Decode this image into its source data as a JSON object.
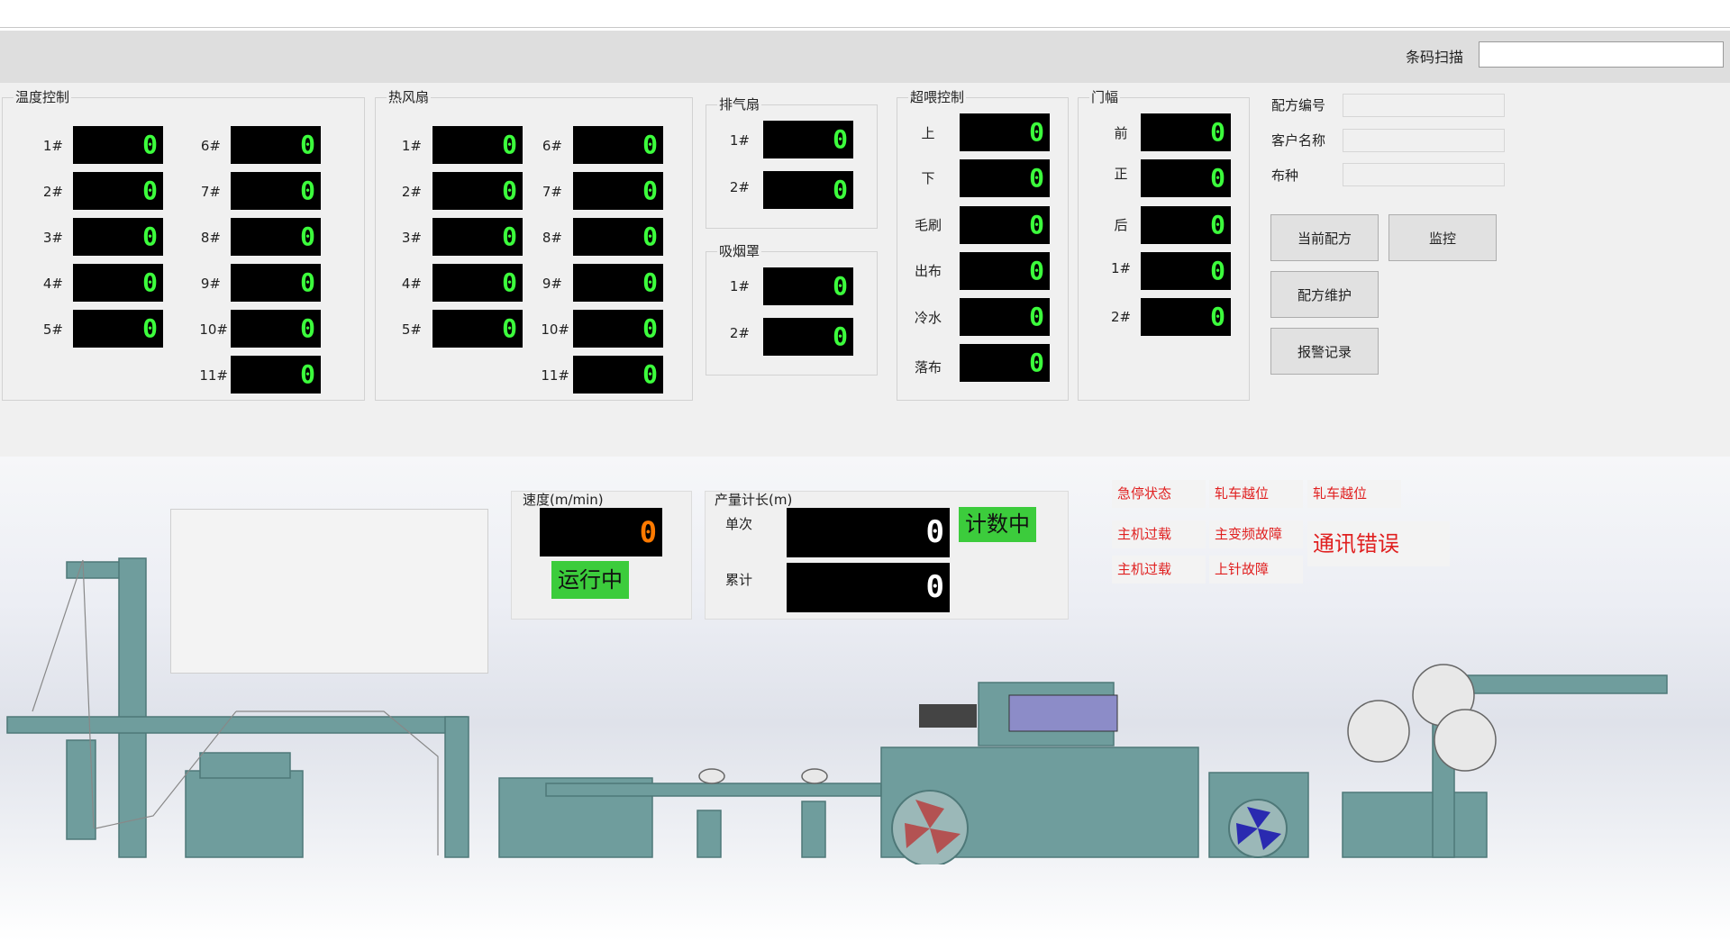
{
  "toolbar": {
    "scan_label": "条码扫描",
    "scan_value": ""
  },
  "temp": {
    "title": "温度控制",
    "left": [
      {
        "label": "1#",
        "value": "0"
      },
      {
        "label": "2#",
        "value": "0"
      },
      {
        "label": "3#",
        "value": "0"
      },
      {
        "label": "4#",
        "value": "0"
      },
      {
        "label": "5#",
        "value": "0"
      }
    ],
    "right": [
      {
        "label": "6#",
        "value": "0"
      },
      {
        "label": "7#",
        "value": "0"
      },
      {
        "label": "8#",
        "value": "0"
      },
      {
        "label": "9#",
        "value": "0"
      },
      {
        "label": "10#",
        "value": "0"
      },
      {
        "label": "11#",
        "value": "0"
      }
    ]
  },
  "fan": {
    "title": "热风扇",
    "left": [
      {
        "label": "1#",
        "value": "0"
      },
      {
        "label": "2#",
        "value": "0"
      },
      {
        "label": "3#",
        "value": "0"
      },
      {
        "label": "4#",
        "value": "0"
      },
      {
        "label": "5#",
        "value": "0"
      }
    ],
    "right": [
      {
        "label": "6#",
        "value": "0"
      },
      {
        "label": "7#",
        "value": "0"
      },
      {
        "label": "8#",
        "value": "0"
      },
      {
        "label": "9#",
        "value": "0"
      },
      {
        "label": "10#",
        "value": "0"
      },
      {
        "label": "11#",
        "value": "0"
      }
    ]
  },
  "exhaust": {
    "title": "排气扇",
    "items": [
      {
        "label": "1#",
        "value": "0"
      },
      {
        "label": "2#",
        "value": "0"
      }
    ]
  },
  "hood": {
    "title": "吸烟罩",
    "items": [
      {
        "label": "1#",
        "value": "0"
      },
      {
        "label": "2#",
        "value": "0"
      }
    ]
  },
  "overfeed": {
    "title": "超喂控制",
    "items": [
      {
        "label": "上",
        "value": "0"
      },
      {
        "label": "下",
        "value": "0"
      },
      {
        "label": "毛刷",
        "value": "0"
      },
      {
        "label": "出布",
        "value": "0"
      },
      {
        "label": "冷水",
        "value": "0"
      },
      {
        "label": "落布",
        "value": "0"
      }
    ]
  },
  "width": {
    "title": "门幅",
    "items": [
      {
        "label": "前",
        "value": "0"
      },
      {
        "label": "正",
        "value": "0"
      },
      {
        "label": "后",
        "value": "0"
      },
      {
        "label": "1#",
        "value": "0"
      },
      {
        "label": "2#",
        "value": "0"
      }
    ]
  },
  "recipe": {
    "id_label": "配方编号",
    "id_value": "",
    "customer_label": "客户名称",
    "customer_value": "",
    "fabric_label": "布种",
    "fabric_value": "",
    "current_btn": "当前配方",
    "monitor_btn": "监控",
    "maintain_btn": "配方维护",
    "alarm_btn": "报警记录"
  },
  "speed": {
    "title": "速度(m/min)",
    "value": "0",
    "status": "运行中"
  },
  "output": {
    "title": "产量计长(m)",
    "single_label": "单次",
    "single_value": "0",
    "total_label": "累计",
    "total_value": "0",
    "status": "计数中"
  },
  "alarms": {
    "estop": "急停状态",
    "roller1": "轧车越位",
    "roller2": "轧车越位",
    "main_overload1": "主机过载",
    "inverter_fault": "主变频故障",
    "comm_error": "通讯错误",
    "main_overload2": "主机过载",
    "pin_fault": "上针故障"
  },
  "colors": {
    "lcd_green": "#3cff3c",
    "lcd_orange": "#ff7a00",
    "status_green": "#3ccc3c",
    "alarm_red": "#e02020",
    "machine_teal": "#6f9d9d"
  }
}
